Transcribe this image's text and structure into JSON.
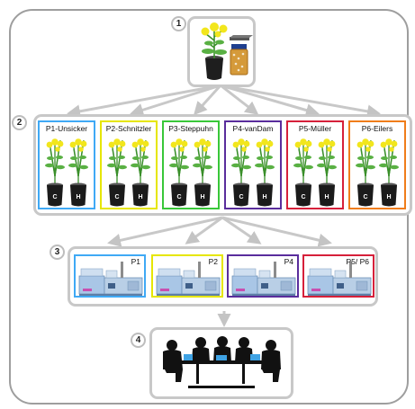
{
  "steps": [
    "1",
    "2",
    "3",
    "4"
  ],
  "partners": [
    {
      "label": "P1-Unsicker",
      "color": "#3fa9f5"
    },
    {
      "label": "P2-Schnitzler",
      "color": "#e6e600"
    },
    {
      "label": "P3-Steppuhn",
      "color": "#39c739"
    },
    {
      "label": "P4-vanDam",
      "color": "#5a2d9c"
    },
    {
      "label": "P5-Müller",
      "color": "#d6203a"
    },
    {
      "label": "P6-Eilers",
      "color": "#f07d1a"
    }
  ],
  "pot_labels": [
    "C",
    "H"
  ],
  "instruments": [
    {
      "label": "P1",
      "color": "#3fa9f5"
    },
    {
      "label": "P2",
      "color": "#e6e600"
    },
    {
      "label": "P4",
      "color": "#5a2d9c"
    },
    {
      "label": "P5/ P6",
      "color": "#d6203a"
    }
  ]
}
